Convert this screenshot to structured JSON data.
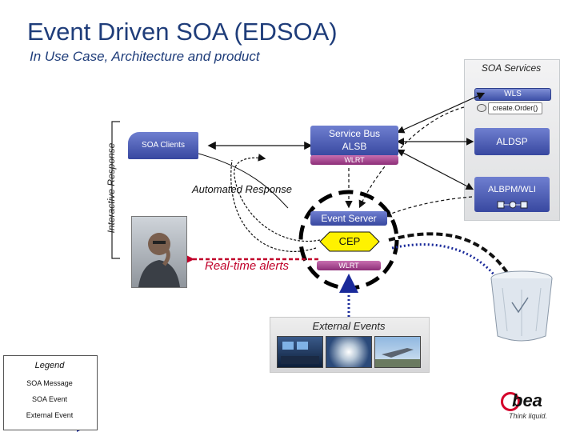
{
  "title": "Event Driven SOA (EDSOA)",
  "subtitle": "In Use Case, Architecture and product",
  "soa_services": {
    "label": "SOA Services",
    "wls": "WLS",
    "create_order": "create.Order()",
    "aldsp": "ALDSP",
    "albpm_wli": "ALBPM/WLI"
  },
  "interactive_response": "Interactive Response",
  "soa_clients": "SOA Clients",
  "service_bus": {
    "line1": "Service Bus",
    "line2": "ALSB",
    "runtime": "WLRT"
  },
  "automated_response": "Automated Response",
  "event_server": {
    "label": "Event Server",
    "cep": "CEP",
    "runtime": "WLRT"
  },
  "realtime_alerts": "Real-time alerts",
  "external_events": "External Events",
  "legend": {
    "title": "Legend",
    "items": [
      "SOA Message",
      "SOA Event",
      "External Event"
    ]
  },
  "logo": {
    "name": "bea",
    "tagline": "Think liquid."
  },
  "colors": {
    "title": "#1f3d7a",
    "bus_purple": "#8d2e78",
    "box_blue": "#3f52a8",
    "alert_red": "#c0002a"
  }
}
